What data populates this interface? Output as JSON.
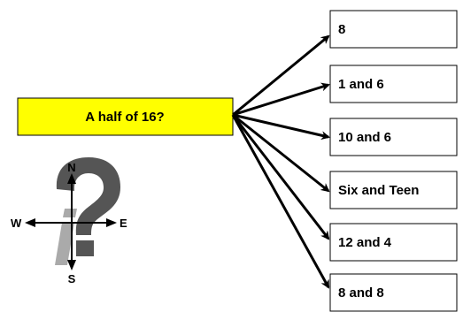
{
  "question": {
    "text": "A half of 16?",
    "fill": "#ffff00"
  },
  "answers": [
    {
      "text": "8"
    },
    {
      "text": "1 and 6"
    },
    {
      "text": "10 and 6"
    },
    {
      "text": "Six and Teen"
    },
    {
      "text": "12 and 4"
    },
    {
      "text": "8 and 8"
    }
  ],
  "logo": {
    "compass": {
      "n": "N",
      "s": "S",
      "e": "E",
      "w": "W"
    },
    "icon_name": "info-question-compass-logo",
    "colors": {
      "question_mark": "#555555",
      "i_glyph": "#aaaaaa"
    }
  }
}
